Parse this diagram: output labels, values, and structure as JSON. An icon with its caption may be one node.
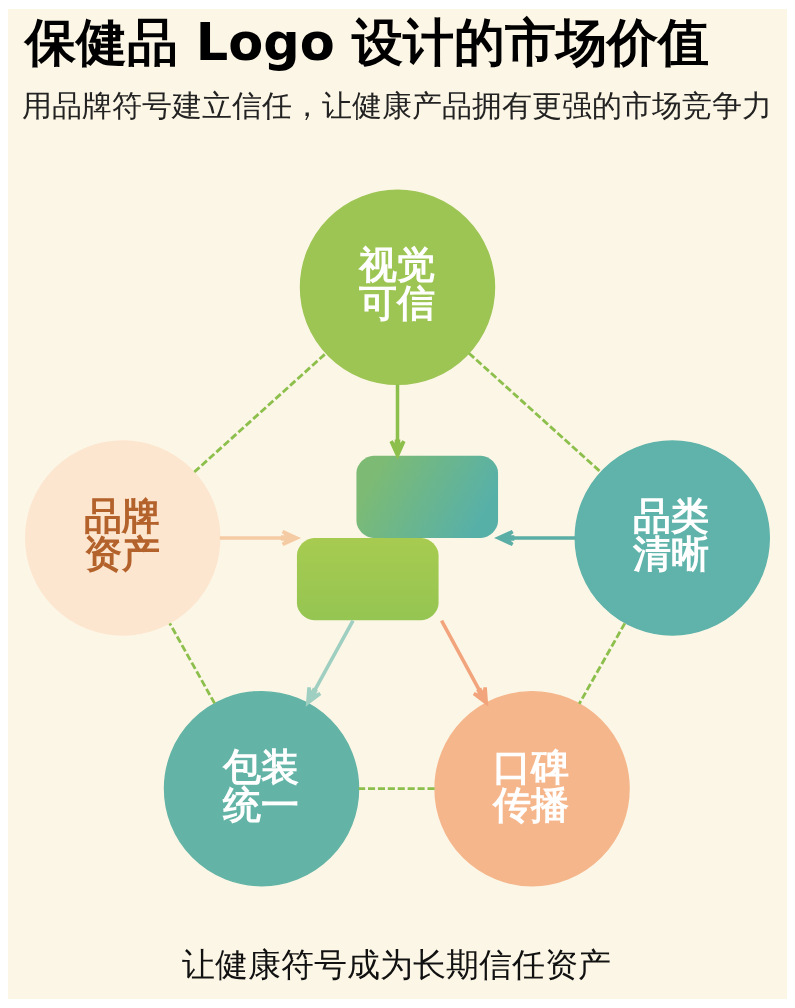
{
  "diagram": {
    "title": "保健品 Logo 设计的市场价值",
    "caption": "让健康符号成为长期信任资产",
    "nodes": [
      {
        "text": [
          "视觉可信"
        ]
      },
      {
        "text": [
          "品牌资产"
        ]
      },
      {
        "text": [
          "品类清晰"
        ]
      },
      {
        "text": [],
        "shape": "picture"
      },
      {
        "text": [
          "包装统一"
        ]
      },
      {
        "text": [
          "口碑传播"
        ]
      }
    ],
    "edges": [
      {
        "from": 0,
        "to": 3,
        "arrow": "to"
      },
      {
        "from": 1,
        "to": 3,
        "arrow": "to",
        "color": "#f5cba3"
      },
      {
        "from": 2,
        "to": 3,
        "arrow": "to",
        "color": "#5aaea6"
      },
      {
        "from": 3,
        "to": 4,
        "arrow": "to",
        "color": "#9fcfc1"
      },
      {
        "from": 3,
        "to": 5,
        "arrow": "to",
        "color": "#f2a57c"
      },
      {
        "from": 0,
        "to": 2,
        "arrow": "none",
        "style": "dashed"
      },
      {
        "from": 2,
        "to": 5,
        "arrow": "none",
        "style": "dashed"
      },
      {
        "from": 5,
        "to": 4,
        "arrow": "none",
        "style": "dashed"
      },
      {
        "from": 4,
        "to": 1,
        "arrow": "none",
        "style": "dashed"
      },
      {
        "from": 1,
        "to": 0,
        "arrow": "none",
        "style": "dashed"
      }
    ],
    "labels": [
      "用品牌符号建立信任，让健康产品拥有更强的市场竞争力"
    ]
  }
}
